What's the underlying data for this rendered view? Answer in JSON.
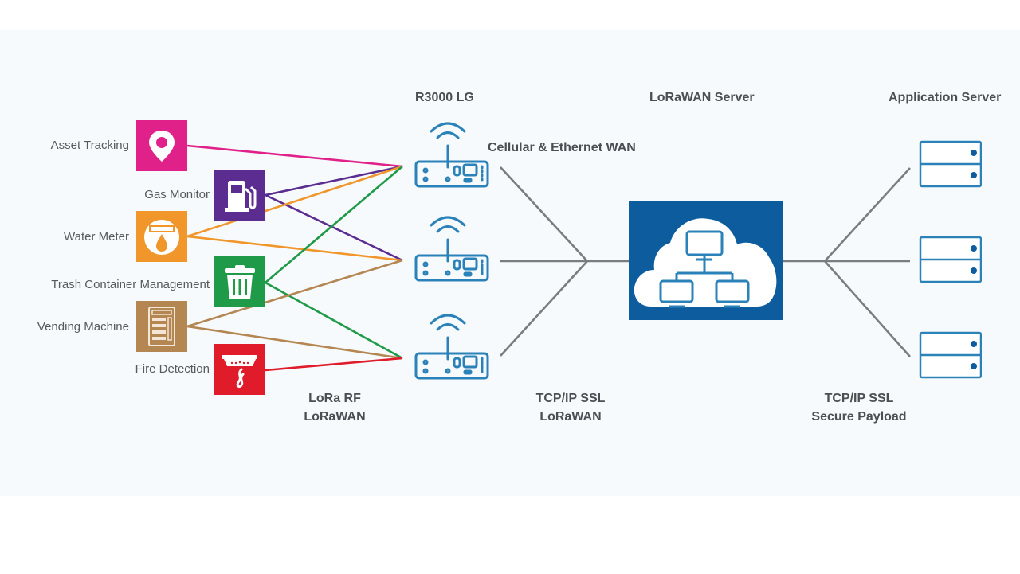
{
  "headers": {
    "gateway": "R3000 LG",
    "lorawan_server": "LoRaWAN Server",
    "application_server": "Application Server",
    "wan": "Cellular & Ethernet WAN"
  },
  "captions": {
    "lora": [
      "LoRa RF",
      "LoRaWAN"
    ],
    "tcp_lorawan": [
      "TCP/IP SSL",
      "LoRaWAN"
    ],
    "tcp_payload": [
      "TCP/IP SSL",
      "Secure Payload"
    ]
  },
  "endpoints": [
    {
      "label": "Asset  Tracking",
      "icon": "location-pin-icon",
      "color": "#e0218a"
    },
    {
      "label": "Gas Monitor",
      "icon": "fuel-pump-icon",
      "color": "#5c2d91"
    },
    {
      "label": "Water Meter",
      "icon": "water-meter-icon",
      "color": "#f0962a"
    },
    {
      "label": "Trash Container Management",
      "icon": "trash-bin-icon",
      "color": "#1f9a48"
    },
    {
      "label": "Vending Machine",
      "icon": "vending-machine-icon",
      "color": "#b38652"
    },
    {
      "label": "Fire Detection",
      "icon": "smoke-detector-icon",
      "color": "#e01b2a"
    }
  ],
  "gateways": [
    {
      "name": "R3000 LG",
      "icon": "router-icon"
    },
    {
      "name": "R3000 LG",
      "icon": "router-icon"
    },
    {
      "name": "R3000 LG",
      "icon": "router-icon"
    }
  ],
  "servers": [
    {
      "icon": "server-icon"
    },
    {
      "icon": "server-icon"
    },
    {
      "icon": "server-icon"
    }
  ],
  "links": [
    {
      "from": "Asset Tracking",
      "to_gateway": 1
    },
    {
      "from": "Gas Monitor",
      "to_gateway": 1
    },
    {
      "from": "Gas Monitor",
      "to_gateway": 2
    },
    {
      "from": "Water Meter",
      "to_gateway": 1
    },
    {
      "from": "Water Meter",
      "to_gateway": 2
    },
    {
      "from": "Trash Container Management",
      "to_gateway": 1
    },
    {
      "from": "Trash Container Management",
      "to_gateway": 3
    },
    {
      "from": "Vending Machine",
      "to_gateway": 2
    },
    {
      "from": "Vending Machine",
      "to_gateway": 3
    },
    {
      "from": "Fire Detection",
      "to_gateway": 3
    }
  ],
  "colors": {
    "accent_blue": "#0d5c9e",
    "device_outline": "#2b82b8",
    "connector_gray": "#7a7d80"
  }
}
